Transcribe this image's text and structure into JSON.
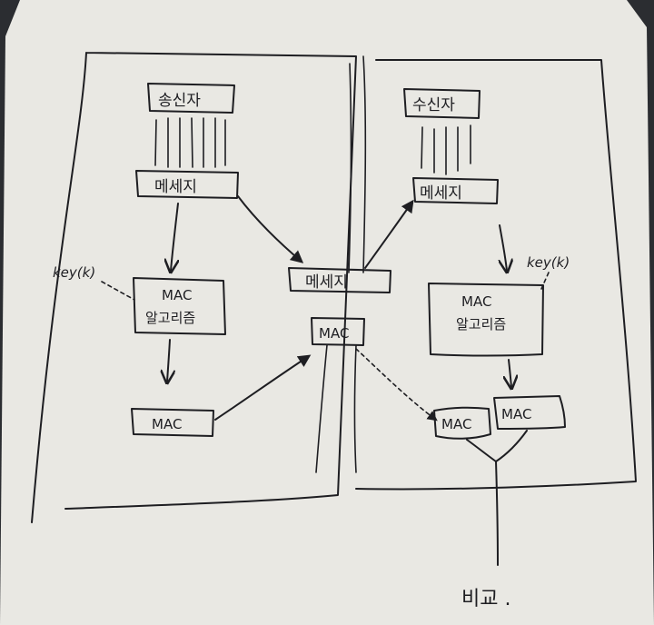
{
  "diagram": {
    "sender_panel": {
      "sender": "송신자",
      "message": "메세지",
      "key": "key(k)",
      "algorithm_line1": "MAC",
      "algorithm_line2": "알고리즘",
      "mac": "MAC"
    },
    "channel": {
      "message": "메세지",
      "mac": "MAC"
    },
    "receiver_panel": {
      "receiver": "수신자",
      "message": "메세지",
      "key": "key(k)",
      "algorithm_line1": "MAC",
      "algorithm_line2": "알고리즘",
      "mac_received": "MAC",
      "mac_computed": "MAC"
    },
    "compare": "비교 ."
  },
  "colors": {
    "paper": "#e9e8e3",
    "ink": "#1e1e22",
    "background": "#2b2d31"
  }
}
